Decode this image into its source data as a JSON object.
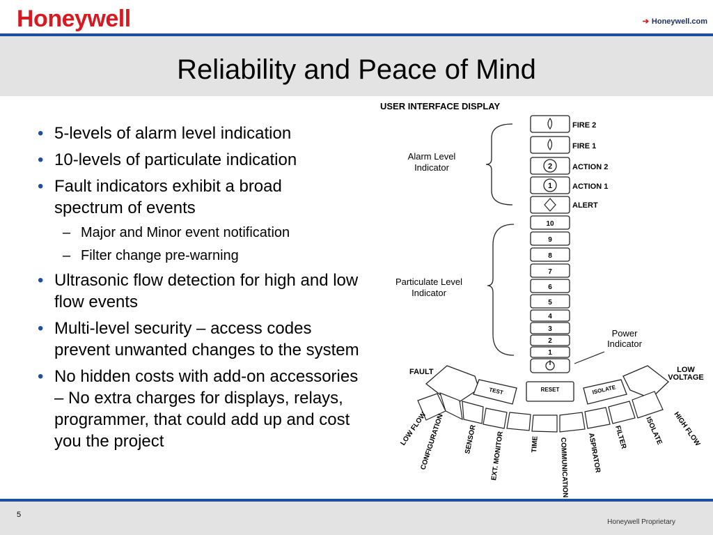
{
  "header": {
    "logo": "Honeywell",
    "link_text": "Honeywell.com",
    "title": "Reliability and Peace of Mind"
  },
  "bullets": [
    {
      "level": 1,
      "text": "5-levels of alarm level indication"
    },
    {
      "level": 1,
      "text": "10-levels of particulate indication"
    },
    {
      "level": 1,
      "text": "Fault indicators exhibit a broad spectrum of events"
    },
    {
      "level": 2,
      "text": "Major and Minor event notification"
    },
    {
      "level": 2,
      "text": "Filter change pre-warning"
    },
    {
      "level": 1,
      "text": "Ultrasonic flow detection for high and low flow events"
    },
    {
      "level": 1,
      "text": "Multi-level security – access codes prevent unwanted changes to the system"
    },
    {
      "level": 1,
      "text": "No hidden costs with add-on accessories – No extra charges for displays, relays, programmer, that could add up and cost you the project"
    }
  ],
  "diagram": {
    "title": "USER INTERFACE DISPLAY",
    "alarm_label_line1": "Alarm Level",
    "alarm_label_line2": "Indicator",
    "particulate_label_line1": "Particulate Level",
    "particulate_label_line2": "Indicator",
    "power_label_line1": "Power",
    "power_label_line2": "Indicator",
    "alarm_levels": [
      "FIRE 2",
      "FIRE 1",
      "ACTION 2",
      "ACTION 1",
      "ALERT"
    ],
    "particulate_levels": [
      "10",
      "9",
      "8",
      "7",
      "6",
      "5",
      "4",
      "3",
      "2",
      "1"
    ],
    "buttons": [
      "TEST",
      "RESET",
      "ISOLATE"
    ],
    "fault_label": "FAULT",
    "low_voltage_line1": "LOW",
    "low_voltage_line2": "VOLTAGE",
    "fault_segments": [
      "LOW FLOW",
      "CONFIGURATION",
      "SENSOR",
      "EXT. MONITOR",
      "TIME",
      "COMMUNICATION",
      "ASPIRATOR",
      "FILTER",
      "ISOLATE",
      "HIGH FLOW"
    ]
  },
  "footer": {
    "page_number": "5",
    "proprietary": "Honeywell Proprietary"
  },
  "colors": {
    "brand_red": "#d71920",
    "brand_blue": "#1f4e9c",
    "band_gray": "#e3e3e3"
  }
}
